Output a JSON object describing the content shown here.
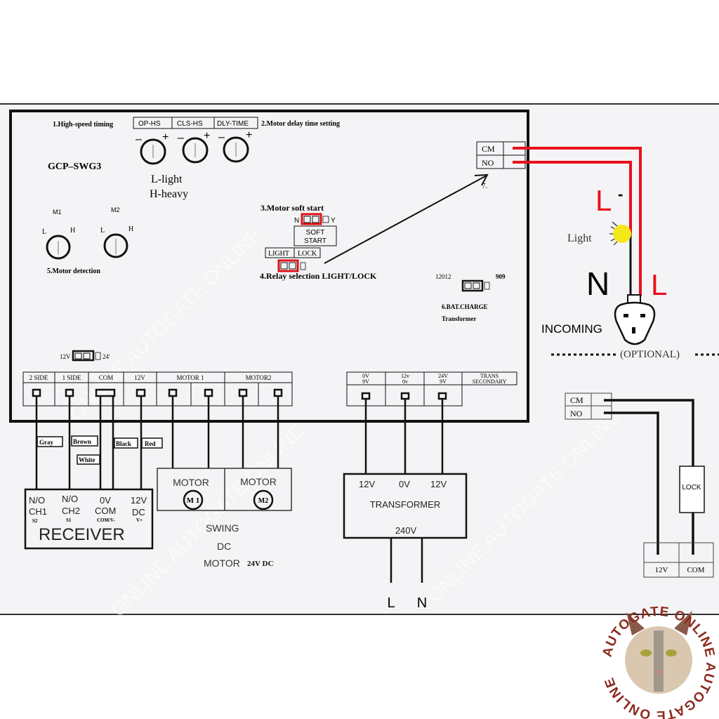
{
  "board": {
    "model": "GCP–SWG3",
    "high_speed_label": "1.High-speed timing",
    "delay_label": "2.Motor delay time setting",
    "pot_labels": [
      "OP-HS",
      "CLS-HS",
      "DLY-TIME"
    ],
    "minus": "–",
    "plus": "+",
    "load_note_1": "L-light",
    "load_note_2": "H-heavy",
    "motor_detect": {
      "m1": "M1",
      "m2": "M2",
      "low": "L",
      "high": "H",
      "label": "5.Motor detection"
    },
    "soft_start": {
      "title": "3.Motor soft start",
      "n": "N",
      "y": "Y",
      "box_1": "SOFT",
      "box_2": "START"
    },
    "relay": {
      "light": "LIGHT",
      "lock": "LOCK",
      "title": "4.Relay selection LIGHT/LOCK"
    },
    "relay_output": {
      "cm": "CM",
      "no": "NO",
      "marker": "7."
    },
    "bat_charge": {
      "left": "12012",
      "right": "909",
      "title": "6.BAT.CHARGE",
      "sub": "Transformer"
    },
    "voltage_switch": {
      "left": "12V",
      "right": "24'"
    },
    "terminals": [
      "2 SIDE",
      "1 SIDE",
      "COM",
      "12V",
      "MOTOR 1",
      "MOTOR2"
    ],
    "trans_terminals": [
      {
        "top": "0V",
        "bottom": "9V"
      },
      {
        "top": "12v",
        "bottom": "0v"
      },
      {
        "top": "24V",
        "bottom": "9V"
      }
    ],
    "trans_secondary_1": "TRANS",
    "trans_secondary_2": "SECONDARY"
  },
  "wires": {
    "gray": "Gray",
    "brown": "Brown",
    "white": "White",
    "black": "Black",
    "red": "Red"
  },
  "receiver": {
    "title": "RECEIVER",
    "pins": [
      {
        "l1": "N/O",
        "l2": "CH1",
        "l3": "S2"
      },
      {
        "l1": "N/O",
        "l2": "CH2",
        "l3": "S1"
      },
      {
        "l1": "0V",
        "l2": "COM",
        "l3": "COM/V-"
      },
      {
        "l1": "12V",
        "l2": "DC",
        "l3": "V+"
      }
    ]
  },
  "motors": {
    "label": "MOTOR",
    "m1": "M 1",
    "m2": "M2",
    "note_1": "SWING",
    "note_2": "DC",
    "note_3": "MOTOR",
    "note_voltage": "24V DC"
  },
  "transformer": {
    "out_left": "12V",
    "out_mid": "0V",
    "out_right": "12V",
    "title": "TRANSFORMER",
    "input": "240V",
    "l": "L",
    "n": "N"
  },
  "light_circuit": {
    "l_top": "L",
    "dash": "-",
    "light": "Light",
    "n": "N",
    "l": "L",
    "incoming": "INCOMING",
    "optional": "(OPTIONAL)"
  },
  "lock_circuit": {
    "cm": "CM",
    "no": "NO",
    "lock": "LOCK",
    "v12": "12V",
    "com": "COM"
  },
  "logo_text": "AUTOGATE ONLINE AUTOGATE ONLINE",
  "watermark": "ONLINE AUTOGATE ONLINE",
  "colors": {
    "red_wire": "#e8101a",
    "bulb": "#f5e81a",
    "logo": "#8b2a1e",
    "paper": "#f4f4f6"
  }
}
